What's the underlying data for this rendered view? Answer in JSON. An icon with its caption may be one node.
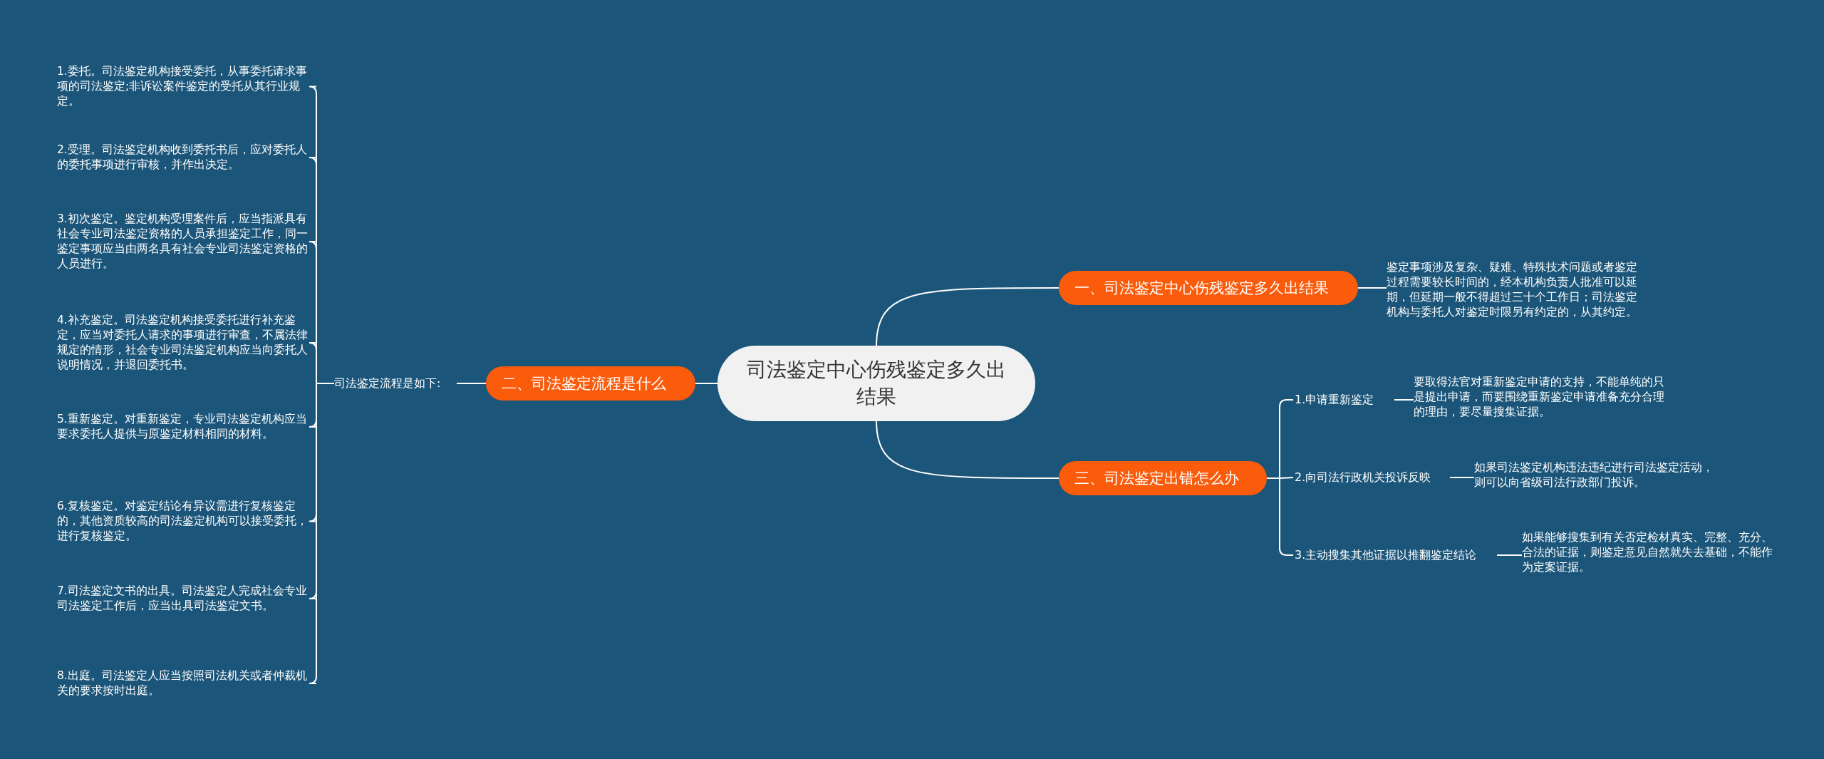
{
  "diagram": {
    "nodes": [
      {
        "text": [
          "司法鉴定中心伤残鉴定多久出结果"
        ]
      },
      {
        "text": [
          "一、司法鉴定中心伤残鉴定多久出结果"
        ]
      },
      {
        "text": [
          "鉴定事项涉及复杂、疑难、特殊技术问题或者鉴定过程需要较长时间的，经本机构负责人批准可以延期，但延期一般不得超过三十个工作日；司法鉴定机构与委托人对鉴定时限另有约定的，从其约定。"
        ]
      },
      {
        "text": [
          "二、司法鉴定流程是什么"
        ]
      },
      {
        "text": [
          "司法鉴定流程是如下:"
        ]
      },
      {
        "text": [
          "1.委托。司法鉴定机构接受委托，从事委托请求事项的司法鉴定;非诉讼案件鉴定的受托从其行业规定。"
        ]
      },
      {
        "text": [
          "2.受理。司法鉴定机构收到委托书后，应对委托人的委托事项进行审核，并作出决定。"
        ]
      },
      {
        "text": [
          "3.初次鉴定。鉴定机构受理案件后，应当指派具有社会专业司法鉴定资格的人员承担鉴定工作，同一鉴定事项应当由两名具有社会专业司法鉴定资格的人员进行。"
        ]
      },
      {
        "text": [
          "4.补充鉴定。司法鉴定机构接受委托进行补充鉴定，应当对委托人请求的事项进行审查，不属法律规定的情形，社会专业司法鉴定机构应当向委托人说明情况，并退回委托书。"
        ]
      },
      {
        "text": [
          "5.重新鉴定。对重新鉴定，专业司法鉴定机构应当要求委托人提供与原鉴定材料相同的材料。"
        ]
      },
      {
        "text": [
          "6.复核鉴定。对鉴定结论有异议需进行复核鉴定的，其他资质较高的司法鉴定机构可以接受委托，进行复核鉴定。"
        ]
      },
      {
        "text": [
          "7.司法鉴定文书的出具。司法鉴定人完成社会专业司法鉴定工作后，应当出具司法鉴定文书。"
        ]
      },
      {
        "text": [
          "8.出庭。司法鉴定人应当按照司法机关或者仲裁机关的要求按时出庭。"
        ]
      },
      {
        "text": [
          "三、司法鉴定出错怎么办"
        ]
      },
      {
        "text": [
          "1.申请重新鉴定"
        ]
      },
      {
        "text": [
          "要取得法官对重新鉴定申请的支持，不能单纯的只是提出申请，而要围绕重新鉴定申请准备充分合理的理由，要尽量搜集证据。"
        ]
      },
      {
        "text": [
          "2.向司法行政机关投诉反映"
        ]
      },
      {
        "text": [
          "如果司法鉴定机构违法违纪进行司法鉴定活动，则可以向省级司法行政部门投诉。"
        ]
      },
      {
        "text": [
          "3.主动搜集其他证据以推翻鉴定结论"
        ]
      },
      {
        "text": [
          "如果能够搜集到有关否定检材真实、完整、充分、合法的证据，则鉴定意见自然就失去基础，不能作为定案证据。"
        ]
      }
    ],
    "edges": [
      {
        "from": 0,
        "to": 1,
        "arrow": "none"
      },
      {
        "from": 1,
        "to": 2,
        "arrow": "none"
      },
      {
        "from": 0,
        "to": 3,
        "arrow": "none"
      },
      {
        "from": 3,
        "to": 4,
        "arrow": "none"
      },
      {
        "from": 4,
        "to": 5,
        "arrow": "none"
      },
      {
        "from": 4,
        "to": 6,
        "arrow": "none"
      },
      {
        "from": 4,
        "to": 7,
        "arrow": "none"
      },
      {
        "from": 4,
        "to": 8,
        "arrow": "none"
      },
      {
        "from": 4,
        "to": 9,
        "arrow": "none"
      },
      {
        "from": 4,
        "to": 10,
        "arrow": "none"
      },
      {
        "from": 4,
        "to": 11,
        "arrow": "none"
      },
      {
        "from": 4,
        "to": 12,
        "arrow": "none"
      },
      {
        "from": 0,
        "to": 13,
        "arrow": "none"
      },
      {
        "from": 13,
        "to": 14,
        "arrow": "none"
      },
      {
        "from": 14,
        "to": 15,
        "arrow": "none"
      },
      {
        "from": 13,
        "to": 16,
        "arrow": "none"
      },
      {
        "from": 16,
        "to": 17,
        "arrow": "none"
      },
      {
        "from": 13,
        "to": 18,
        "arrow": "none"
      },
      {
        "from": 18,
        "to": 19,
        "arrow": "none"
      }
    ]
  }
}
